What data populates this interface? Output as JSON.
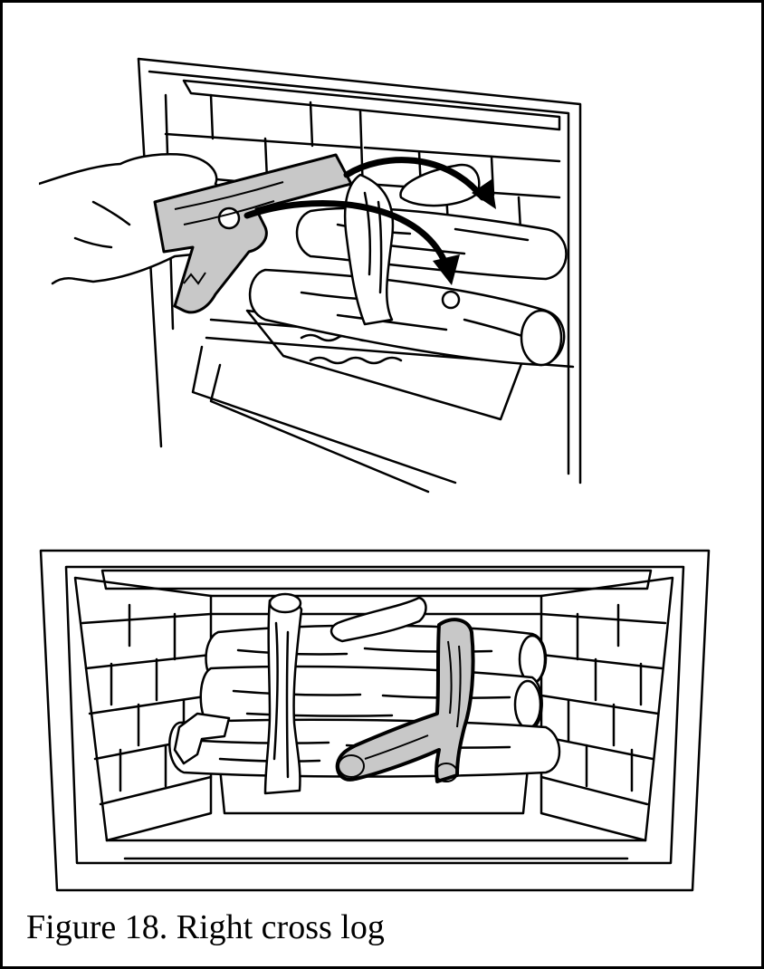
{
  "figure": {
    "caption": "Figure 18. Right cross log"
  },
  "illustrations": [
    {
      "id": "top",
      "icon": "hand-placing-log-with-arrows"
    },
    {
      "id": "bottom",
      "icon": "fireplace-log-set-highlighted-right-cross-log"
    }
  ],
  "colors": {
    "line": "#000000",
    "background": "#ffffff",
    "highlight_log": "#c8c8c8"
  }
}
